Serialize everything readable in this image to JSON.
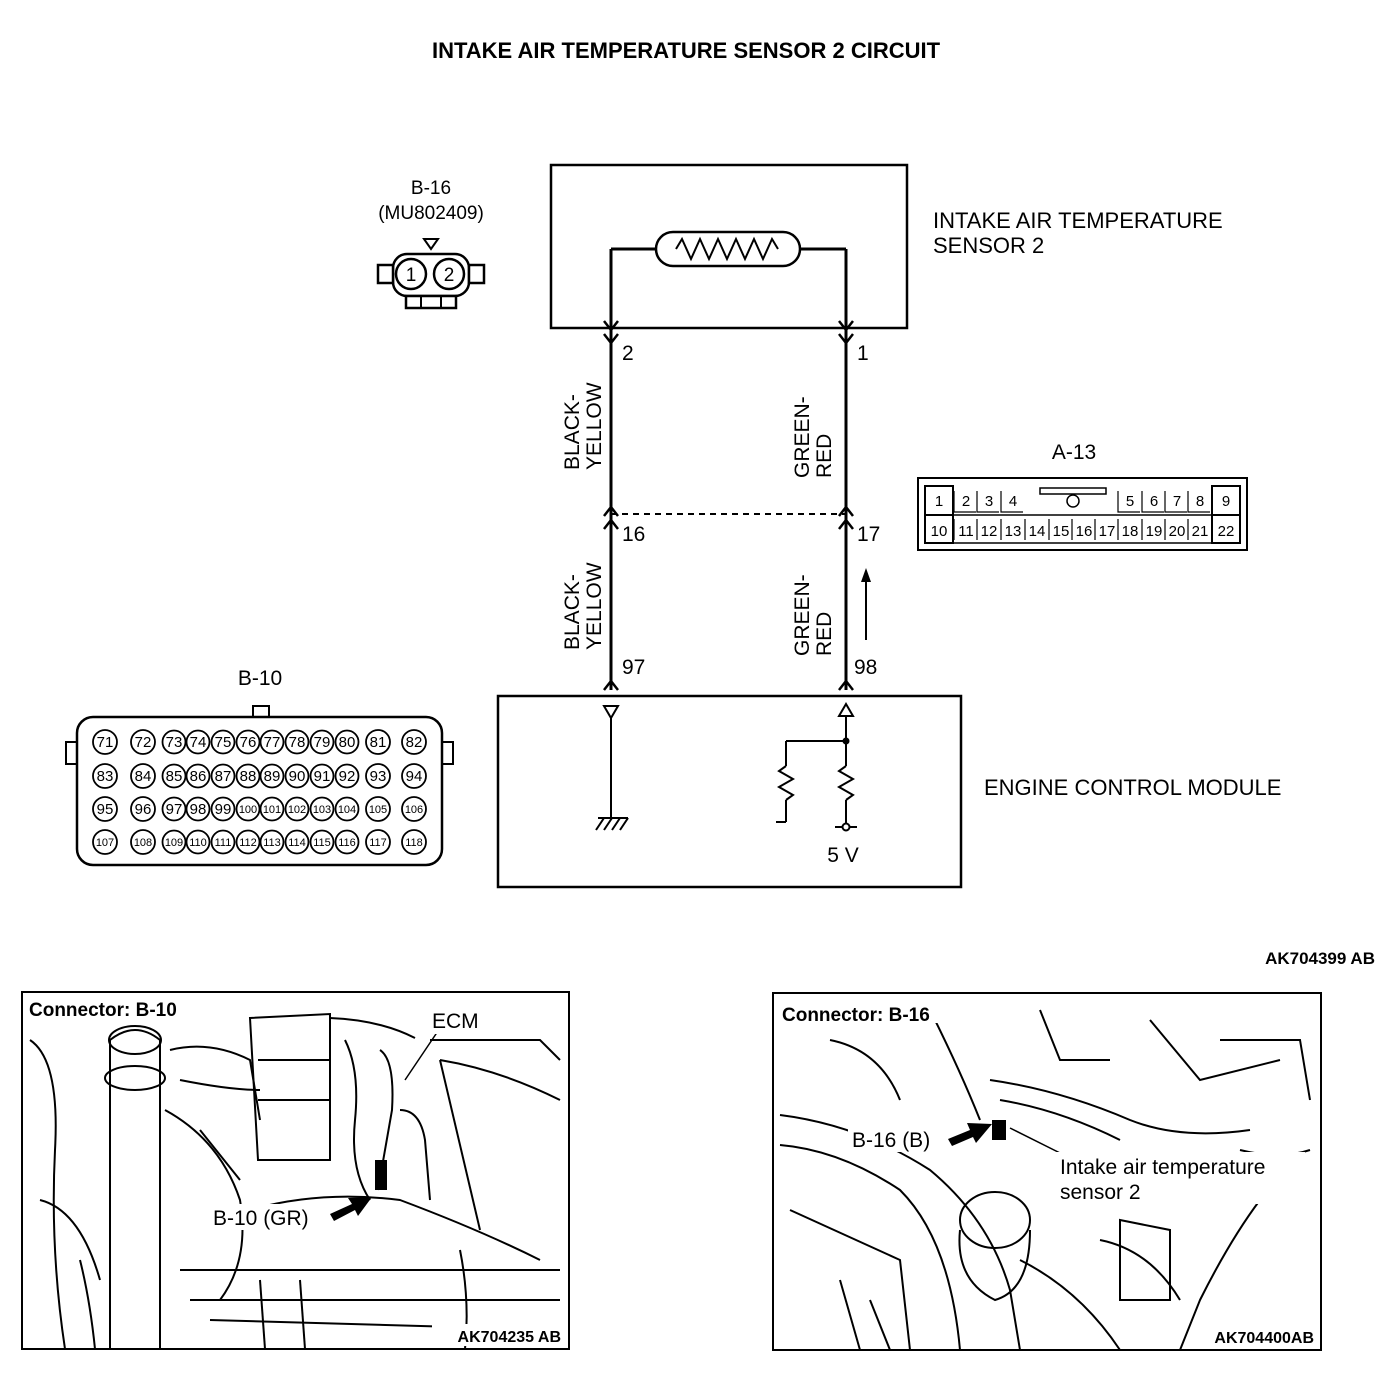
{
  "title": "INTAKE AIR TEMPERATURE SENSOR 2 CIRCUIT",
  "figure_id": "AK704399 AB",
  "connector_b16": {
    "label": "B-16",
    "part": "(MU802409)",
    "pins": [
      "1",
      "2"
    ]
  },
  "sensor": {
    "label_line1": "INTAKE AIR TEMPERATURE",
    "label_line2": "SENSOR 2"
  },
  "wires": {
    "left": {
      "pin_sensor": "2",
      "pin_mid": "16",
      "pin_ecm": "97",
      "color_upper_line1": "BLACK-",
      "color_upper_line2": "YELLOW",
      "color_lower_line1": "BLACK-",
      "color_lower_line2": "YELLOW"
    },
    "right": {
      "pin_sensor": "1",
      "pin_mid": "17",
      "pin_ecm": "98",
      "color_upper_line1": "GREEN-",
      "color_upper_line2": "RED",
      "color_lower_line1": "GREEN-",
      "color_lower_line2": "RED"
    }
  },
  "connector_a13": {
    "label": "A-13",
    "top_row": [
      "1",
      "2",
      "3",
      "4",
      "5",
      "6",
      "7",
      "8",
      "9"
    ],
    "bottom_row": [
      "10",
      "11",
      "12",
      "13",
      "14",
      "15",
      "16",
      "17",
      "18",
      "19",
      "20",
      "21",
      "22"
    ]
  },
  "connector_b10": {
    "label": "B-10",
    "rows": [
      [
        "71",
        "72",
        "73",
        "74",
        "75",
        "76",
        "77",
        "78",
        "79",
        "80",
        "81",
        "82"
      ],
      [
        "83",
        "84",
        "85",
        "86",
        "87",
        "88",
        "89",
        "90",
        "91",
        "92",
        "93",
        "94"
      ],
      [
        "95",
        "96",
        "97",
        "98",
        "99",
        "100",
        "101",
        "102",
        "103",
        "104",
        "105",
        "106"
      ],
      [
        "107",
        "108",
        "109",
        "110",
        "111",
        "112",
        "113",
        "114",
        "115",
        "116",
        "117",
        "118"
      ]
    ]
  },
  "ecm": {
    "label": "ENGINE CONTROL MODULE",
    "supply": "5 V"
  },
  "photo_left": {
    "title": "Connector: B-10",
    "callout_ecm": "ECM",
    "callout_connector": "B-10 (GR)",
    "figure_id": "AK704235 AB"
  },
  "photo_right": {
    "title": "Connector: B-16",
    "callout_connector": "B-16 (B)",
    "callout_sensor_line1": "Intake air temperature",
    "callout_sensor_line2": "sensor 2",
    "figure_id": "AK704400AB"
  }
}
